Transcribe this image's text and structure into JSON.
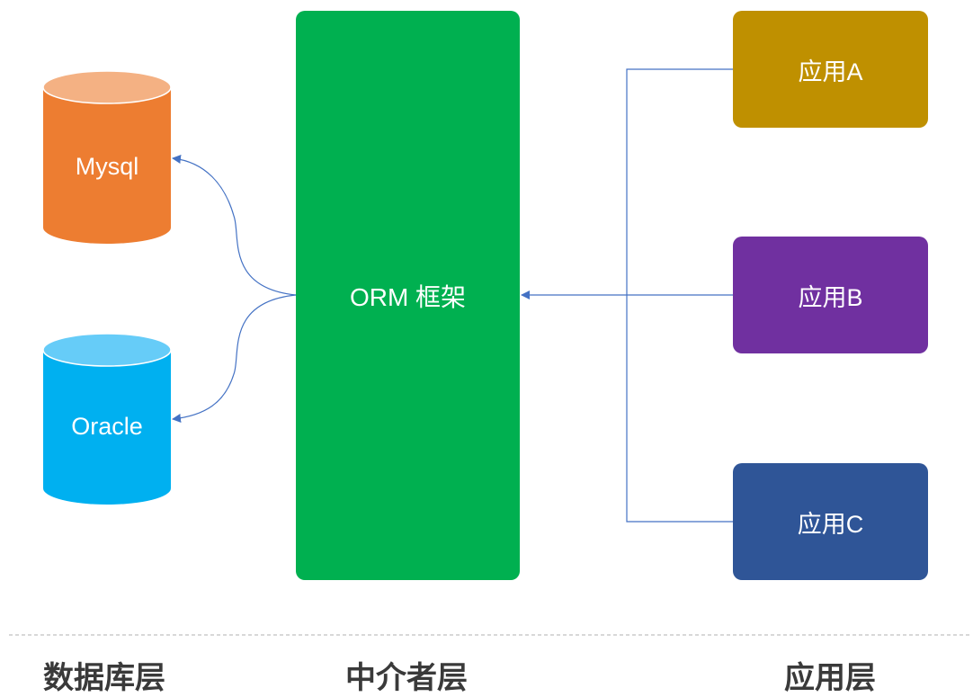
{
  "databases": [
    {
      "label": "Mysql",
      "color": "#ed7d31",
      "top_color": "#f4b183"
    },
    {
      "label": "Oracle",
      "color": "#00b0f0",
      "top_color": "#66ccf8"
    }
  ],
  "middleware": {
    "label": "ORM 框架",
    "color": "#00b050"
  },
  "apps": [
    {
      "label": "应用A",
      "color": "#bf9000"
    },
    {
      "label": "应用B",
      "color": "#7030a0"
    },
    {
      "label": "应用C",
      "color": "#2f5597"
    }
  ],
  "connector_color": "#4472c4",
  "layers": {
    "database": "数据库层",
    "middle": "中介者层",
    "application": "应用层"
  }
}
